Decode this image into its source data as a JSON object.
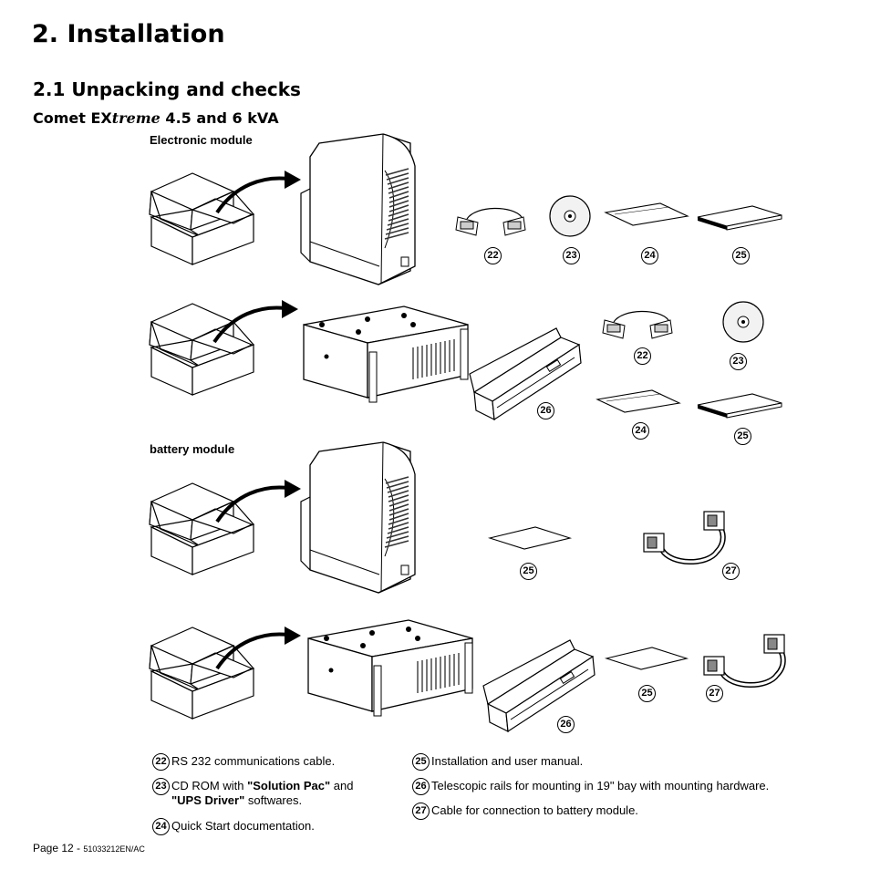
{
  "page": {
    "title": "2. Installation",
    "section": "2.1 Unpacking and checks",
    "subtitle_pre": "Comet EX",
    "subtitle_italic": "treme",
    "subtitle_post": " 4.5 and 6 kVA",
    "electronic_label": "Electronic module",
    "battery_label": "battery module"
  },
  "callouts": {
    "row1": [
      "22",
      "23",
      "24",
      "25"
    ],
    "row2": [
      "22",
      "23",
      "26",
      "24",
      "25"
    ],
    "row3": [
      "25",
      "27"
    ],
    "row4": [
      "25",
      "27",
      "26"
    ]
  },
  "legend_left": [
    {
      "num": "22",
      "text": "RS 232 communications cable."
    },
    {
      "num": "23",
      "text_pre": "CD ROM with ",
      "bold1": "\"Solution Pac\"",
      "text_mid": " and",
      "bold2": "\"UPS Driver\"",
      "text_post": " softwares."
    },
    {
      "num": "24",
      "text": "Quick Start documentation."
    }
  ],
  "legend_right": [
    {
      "num": "25",
      "text": "Installation and user manual."
    },
    {
      "num": "26",
      "text": "Telescopic rails for mounting in 19\" bay with mounting hardware."
    },
    {
      "num": "27",
      "text": "Cable for connection to battery module."
    }
  ],
  "footer": {
    "page": "Page 12 - ",
    "doc": "51033212EN/AC"
  }
}
